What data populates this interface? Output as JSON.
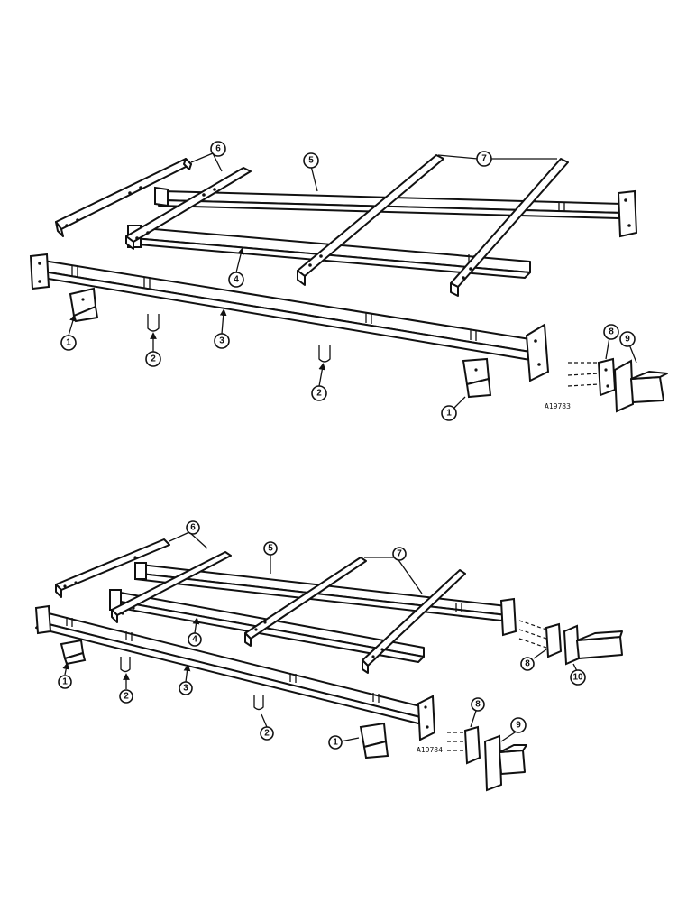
{
  "upper_figure": {
    "reference_code": "A19783",
    "callouts": [
      "6",
      "5",
      "7",
      "4",
      "3",
      "1",
      "2",
      "2",
      "1",
      "8",
      "9"
    ]
  },
  "lower_figure": {
    "reference_code": "A19784",
    "callouts": [
      "6",
      "5",
      "7",
      "4",
      "3",
      "1",
      "2",
      "2",
      "1",
      "8",
      "10",
      "8",
      "9"
    ]
  }
}
